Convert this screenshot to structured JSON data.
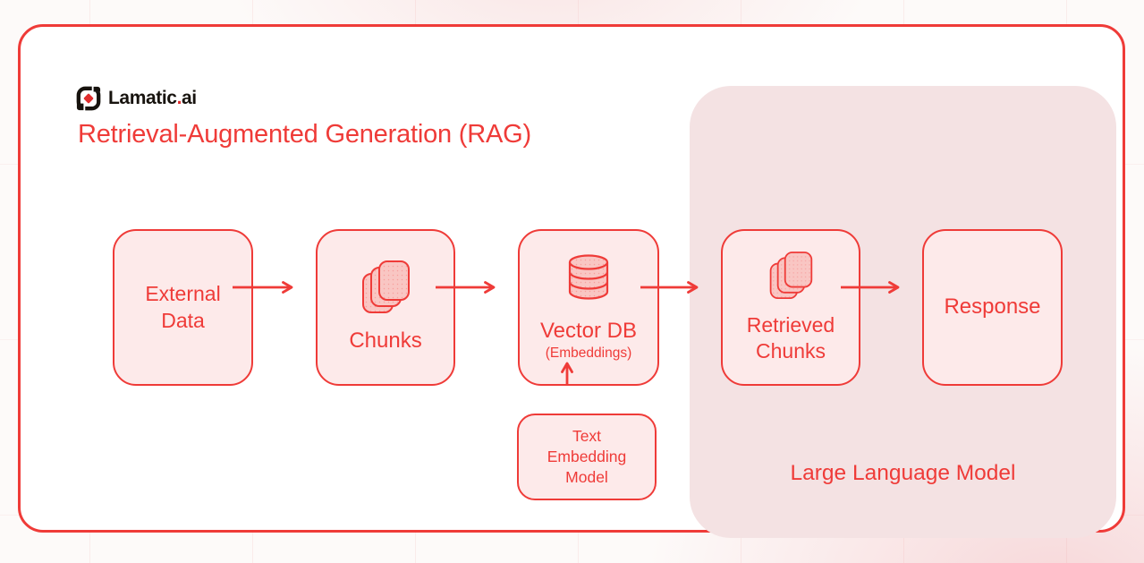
{
  "colors": {
    "accent_red": "#ef3b38",
    "node_fill": "#fdeaea",
    "icon_fill": "#f9c6c3",
    "llm_container_fill": "#f4e2e3",
    "card_background": "#ffffff",
    "page_background": "#fdfaf9",
    "logo_black": "#17130e",
    "logo_diamond_red": "#e02d2d"
  },
  "header": {
    "brand": {
      "name": "Lamatic",
      "dot": ".",
      "tld": "ai",
      "icon": "lamatic-logo-icon"
    },
    "title": "Retrieval-Augmented Generation (RAG)"
  },
  "diagram": {
    "llm_container": {
      "label": "Large Language Model"
    },
    "nodes": {
      "external_data": {
        "label": "External Data"
      },
      "chunks": {
        "label": "Chunks",
        "icon": "stacked-cards-icon"
      },
      "vector_db": {
        "label": "Vector DB",
        "sublabel": "(Embeddings)",
        "icon": "database-icon"
      },
      "retrieved_chunks": {
        "label": "Retrieved Chunks",
        "icon": "stacked-cards-icon"
      },
      "response": {
        "label": "Response"
      },
      "text_embedding_model": {
        "label": "Text Embedding Model"
      }
    },
    "edges": [
      {
        "from": "external_data",
        "to": "chunks"
      },
      {
        "from": "chunks",
        "to": "vector_db"
      },
      {
        "from": "vector_db",
        "to": "retrieved_chunks"
      },
      {
        "from": "retrieved_chunks",
        "to": "response"
      },
      {
        "from": "text_embedding_model",
        "to": "vector_db"
      }
    ]
  }
}
